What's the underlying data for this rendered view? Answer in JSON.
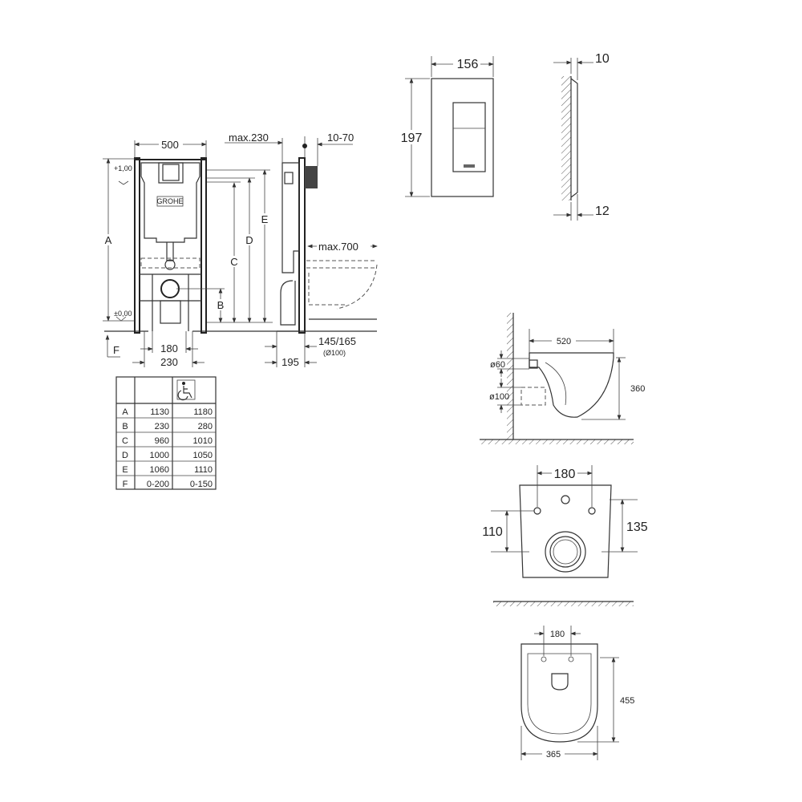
{
  "frame_front": {
    "width": "500",
    "label_a": "A",
    "label_b": "B",
    "label_c": "C",
    "label_d": "D",
    "label_e": "E",
    "label_f": "F",
    "plus": "+1,00",
    "zero": "±0,00",
    "w180": "180",
    "w230": "230",
    "brand": "GROHE"
  },
  "frame_side": {
    "max230": "max.230",
    "depth": "10-70",
    "max700": "max.700",
    "pipe": "145/165",
    "pipe_dia": "(Ø100)",
    "d195": "195"
  },
  "table": {
    "icon": "wheelchair-icon",
    "rows": [
      {
        "k": "A",
        "std": "1130",
        "acc": "1180"
      },
      {
        "k": "B",
        "std": "230",
        "acc": "280"
      },
      {
        "k": "C",
        "std": "960",
        "acc": "1010"
      },
      {
        "k": "D",
        "std": "1000",
        "acc": "1050"
      },
      {
        "k": "E",
        "std": "1060",
        "acc": "1110"
      },
      {
        "k": "F",
        "std": "0-200",
        "acc": "0-150"
      }
    ]
  },
  "plate": {
    "width": "156",
    "height": "197",
    "thick_top": "10",
    "thick_bottom": "12"
  },
  "bowl_side": {
    "length": "520",
    "height": "360",
    "inlet": "ø60",
    "outlet": "ø100"
  },
  "bowl_back": {
    "bolt_spacing": "180",
    "h_left": "110",
    "h_right": "135"
  },
  "bowl_top": {
    "bolt_spacing": "180",
    "length": "455",
    "width": "365"
  }
}
